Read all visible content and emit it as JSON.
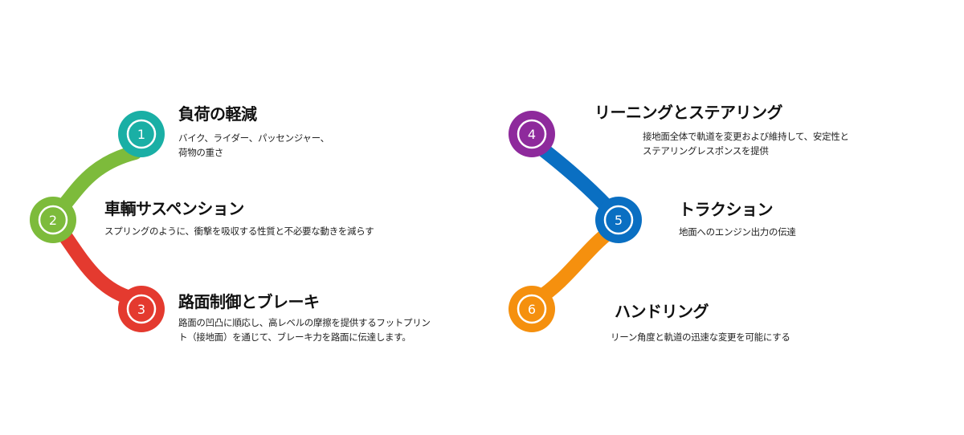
{
  "steps": [
    {
      "num": "1",
      "title": "負荷の軽減",
      "desc_lines": [
        "バイク、ライダー、パッセンジャー、",
        "荷物の重さ"
      ],
      "color": "#1aafa5"
    },
    {
      "num": "2",
      "title": "車輌サスペンション",
      "desc_lines": [
        "スプリングのように、衝撃を吸収する性質と不必要な動きを減らす"
      ],
      "color": "#7dbb3b"
    },
    {
      "num": "3",
      "title": "路面制御とブレーキ",
      "desc_lines": [
        "路面の凹凸に順応し、高レベルの摩擦を提供するフットプリン",
        "ト（接地面）を通じて、ブレーキ力を路面に伝達します。"
      ],
      "color": "#e43a2f"
    },
    {
      "num": "4",
      "title": "リーニングとステアリング",
      "desc_lines": [
        "接地面全体で軌道を変更および維持して、安定性と",
        "ステアリングレスポンスを提供"
      ],
      "color": "#8e2a9c"
    },
    {
      "num": "5",
      "title": "トラクション",
      "desc_lines": [
        "地面へのエンジン出力の伝達"
      ],
      "color": "#0a6fc2"
    },
    {
      "num": "6",
      "title": "ハンドリング",
      "desc_lines": [
        "リーン角度と軌道の迅速な変更を可能にする"
      ],
      "color": "#f5900e"
    }
  ]
}
